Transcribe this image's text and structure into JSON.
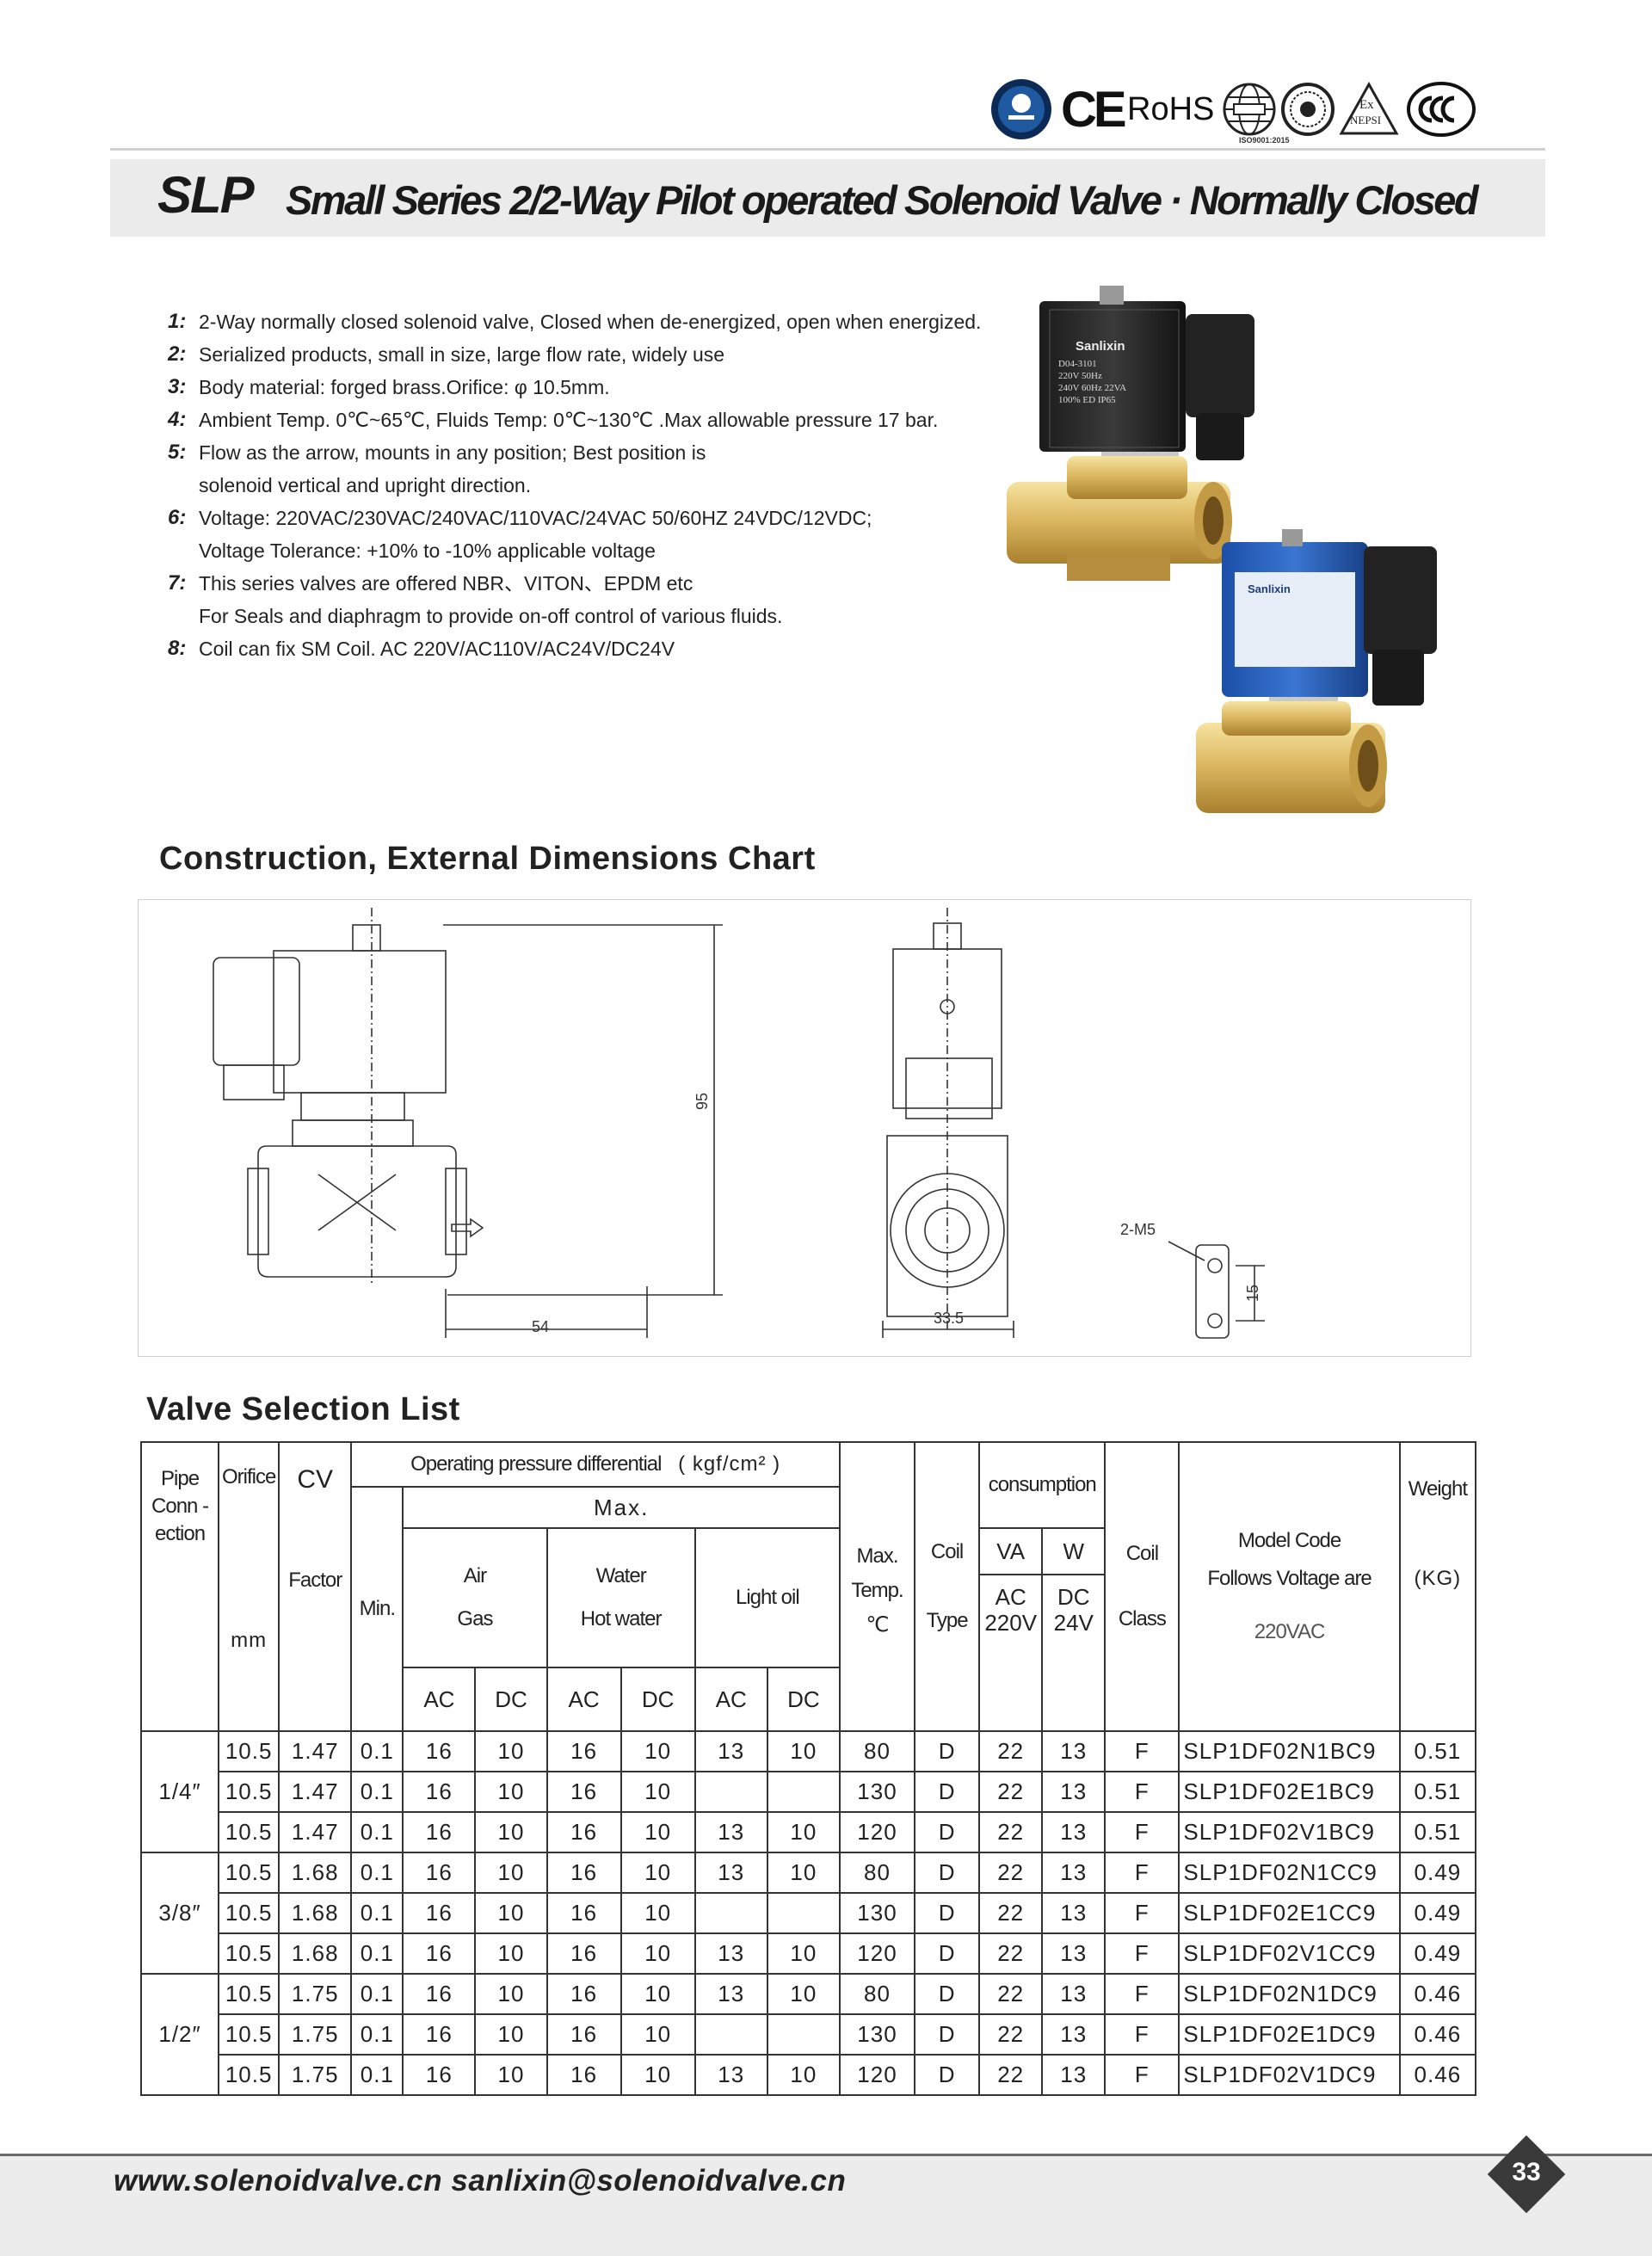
{
  "certifications": {
    "rohs": "RoHS",
    "iso": "ISO9001:2015",
    "ex": "Ex",
    "nepsi": "NEPSI"
  },
  "title": {
    "series": "SLP",
    "description": "Small Series 2/2-Way Pilot operated Solenoid Valve · Normally Closed"
  },
  "features": [
    {
      "num": "1:",
      "lines": [
        "2-Way normally closed solenoid valve, Closed when de-energized, open when energized."
      ]
    },
    {
      "num": "2:",
      "lines": [
        "Serialized products, small in size, large flow rate, widely use"
      ]
    },
    {
      "num": "3:",
      "lines": [
        "Body material: forged brass.Orifice: φ 10.5mm."
      ]
    },
    {
      "num": "4:",
      "lines": [
        "Ambient Temp. 0℃~65℃,   Fluids Temp: 0℃~130℃ .Max allowable pressure 17 bar."
      ]
    },
    {
      "num": "5:",
      "lines": [
        "Flow as the arrow, mounts in any position; Best position is",
        "solenoid vertical and upright direction."
      ]
    },
    {
      "num": "6:",
      "lines": [
        "Voltage: 220VAC/230VAC/240VAC/110VAC/24VAC   50/60HZ   24VDC/12VDC;",
        "Voltage Tolerance: +10% to -10% applicable voltage"
      ]
    },
    {
      "num": "7:",
      "lines": [
        "This series valves are offered NBR、VITON、EPDM  etc",
        "For Seals and diaphragm to provide on-off control of various fluids."
      ]
    },
    {
      "num": "8:",
      "lines": [
        "Coil can fix SM Coil.  AC 220V/AC110V/AC24V/DC24V"
      ]
    }
  ],
  "product_photos": {
    "coil1_brand": "Sanlixin",
    "coil1_lines": [
      "D04-3101",
      "220V  50Hz",
      "240V 60Hz 22VA",
      "100% ED  IP65"
    ],
    "coil2_brand": "Sanlixin"
  },
  "construction": {
    "title": "Construction, External Dimensions Chart",
    "dim_height": "95",
    "dim_width": "54",
    "dim_side": "33.5",
    "mount_label": "2-M5",
    "mount_spacing": "15"
  },
  "selection": {
    "title": "Valve Selection List",
    "headers": {
      "pipe": "Pipe Conn -ection",
      "orifice": "Orifice",
      "mm": "mm",
      "cv": "CV",
      "factor": "Factor",
      "opd": "Operating pressure differential",
      "unit": "( kgf/cm² )",
      "min": "Min.",
      "max": "Max.",
      "air": "Air",
      "gas": "Gas",
      "water": "Water",
      "hotwater": "Hot water",
      "lightoil": "Light oil",
      "ac": "AC",
      "dc": "DC",
      "maxtemp1": "Max.",
      "maxtemp2": "Temp.",
      "maxtemp3": "℃",
      "coil": "Coil",
      "type": "Type",
      "consumption": "consumption",
      "va": "VA",
      "w": "W",
      "ac220": "AC 220V",
      "dc24": "DC 24V",
      "coilclass1": "Coil",
      "coilclass2": "Class",
      "model1": "Model Code",
      "model2": "Follows Voltage are",
      "model3": "220VAC",
      "weight": "Weight",
      "kg": "(KG)"
    },
    "rows": [
      {
        "pipe": "1/4″",
        "orifice": "10.5",
        "cv": "1.47",
        "min": "0.1",
        "air_ac": "16",
        "air_dc": "10",
        "water_ac": "16",
        "water_dc": "10",
        "oil_ac": "13",
        "oil_dc": "10",
        "temp": "80",
        "type": "D",
        "va": "22",
        "w": "13",
        "class": "F",
        "model": "SLP1DF02N1BC9",
        "weight": "0.51"
      },
      {
        "pipe": "",
        "orifice": "10.5",
        "cv": "1.47",
        "min": "0.1",
        "air_ac": "16",
        "air_dc": "10",
        "water_ac": "16",
        "water_dc": "10",
        "oil_ac": "",
        "oil_dc": "",
        "temp": "130",
        "type": "D",
        "va": "22",
        "w": "13",
        "class": "F",
        "model": "SLP1DF02E1BC9",
        "weight": "0.51"
      },
      {
        "pipe": "",
        "orifice": "10.5",
        "cv": "1.47",
        "min": "0.1",
        "air_ac": "16",
        "air_dc": "10",
        "water_ac": "16",
        "water_dc": "10",
        "oil_ac": "13",
        "oil_dc": "10",
        "temp": "120",
        "type": "D",
        "va": "22",
        "w": "13",
        "class": "F",
        "model": "SLP1DF02V1BC9",
        "weight": "0.51"
      },
      {
        "pipe": "3/8″",
        "orifice": "10.5",
        "cv": "1.68",
        "min": "0.1",
        "air_ac": "16",
        "air_dc": "10",
        "water_ac": "16",
        "water_dc": "10",
        "oil_ac": "13",
        "oil_dc": "10",
        "temp": "80",
        "type": "D",
        "va": "22",
        "w": "13",
        "class": "F",
        "model": "SLP1DF02N1CC9",
        "weight": "0.49"
      },
      {
        "pipe": "",
        "orifice": "10.5",
        "cv": "1.68",
        "min": "0.1",
        "air_ac": "16",
        "air_dc": "10",
        "water_ac": "16",
        "water_dc": "10",
        "oil_ac": "",
        "oil_dc": "",
        "temp": "130",
        "type": "D",
        "va": "22",
        "w": "13",
        "class": "F",
        "model": "SLP1DF02E1CC9",
        "weight": "0.49"
      },
      {
        "pipe": "",
        "orifice": "10.5",
        "cv": "1.68",
        "min": "0.1",
        "air_ac": "16",
        "air_dc": "10",
        "water_ac": "16",
        "water_dc": "10",
        "oil_ac": "13",
        "oil_dc": "10",
        "temp": "120",
        "type": "D",
        "va": "22",
        "w": "13",
        "class": "F",
        "model": "SLP1DF02V1CC9",
        "weight": "0.49"
      },
      {
        "pipe": "1/2″",
        "orifice": "10.5",
        "cv": "1.75",
        "min": "0.1",
        "air_ac": "16",
        "air_dc": "10",
        "water_ac": "16",
        "water_dc": "10",
        "oil_ac": "13",
        "oil_dc": "10",
        "temp": "80",
        "type": "D",
        "va": "22",
        "w": "13",
        "class": "F",
        "model": "SLP1DF02N1DC9",
        "weight": "0.46"
      },
      {
        "pipe": "",
        "orifice": "10.5",
        "cv": "1.75",
        "min": "0.1",
        "air_ac": "16",
        "air_dc": "10",
        "water_ac": "16",
        "water_dc": "10",
        "oil_ac": "",
        "oil_dc": "",
        "temp": "130",
        "type": "D",
        "va": "22",
        "w": "13",
        "class": "F",
        "model": "SLP1DF02E1DC9",
        "weight": "0.46"
      },
      {
        "pipe": "",
        "orifice": "10.5",
        "cv": "1.75",
        "min": "0.1",
        "air_ac": "16",
        "air_dc": "10",
        "water_ac": "16",
        "water_dc": "10",
        "oil_ac": "13",
        "oil_dc": "10",
        "temp": "120",
        "type": "D",
        "va": "22",
        "w": "13",
        "class": "F",
        "model": "SLP1DF02V1DC9",
        "weight": "0.46"
      }
    ]
  },
  "footer": {
    "text": "www.solenoidvalve.cn sanlixin@solenoidvalve.cn",
    "page": "33"
  }
}
